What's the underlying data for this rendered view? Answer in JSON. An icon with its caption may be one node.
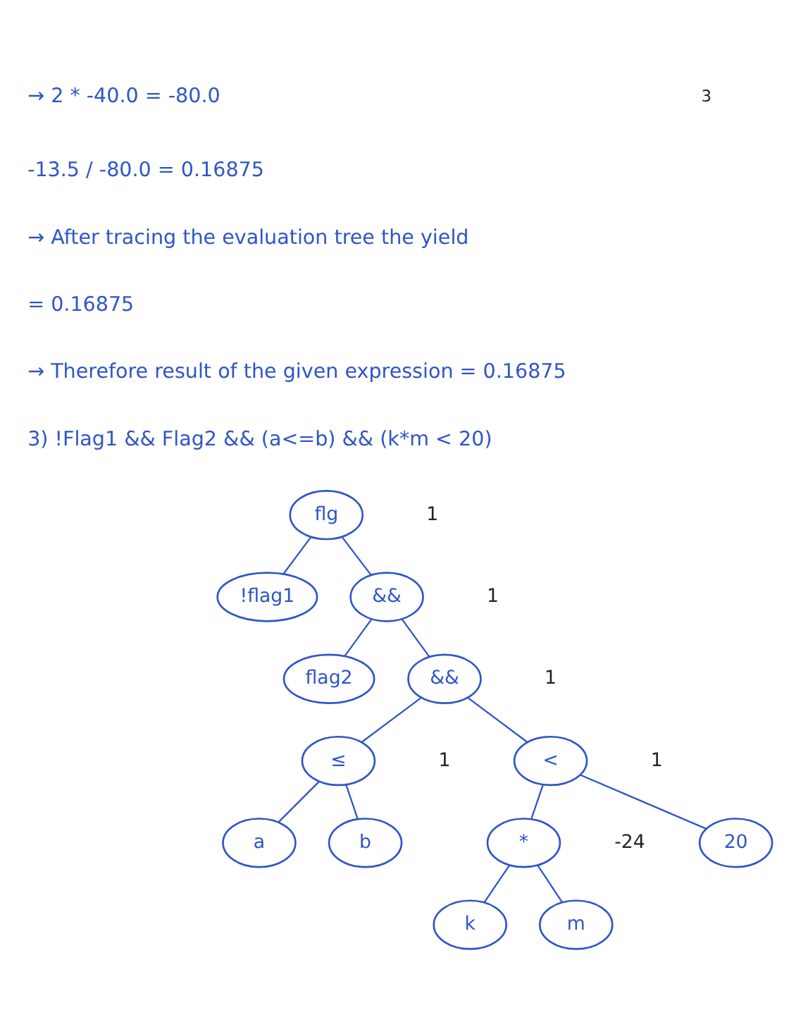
{
  "diagram": {
    "nodes": [
      {
        "text": [
          "flg"
        ],
        "beside": [
          "1"
        ]
      },
      {
        "text": [
          "!flag1"
        ]
      },
      {
        "text": [
          "&&"
        ],
        "beside": [
          "1"
        ]
      },
      {
        "text": [
          "flag2"
        ]
      },
      {
        "text": [
          "&&"
        ],
        "beside": [
          "1"
        ]
      },
      {
        "text": [
          "≤"
        ],
        "beside": [
          "1"
        ]
      },
      {
        "text": [
          "<"
        ],
        "beside": [
          "1"
        ]
      },
      {
        "text": [
          "a"
        ]
      },
      {
        "text": [
          "b"
        ]
      },
      {
        "text": [
          "*"
        ],
        "beside": [
          "-24"
        ]
      },
      {
        "text": [
          "20"
        ]
      },
      {
        "text": [
          "k"
        ]
      },
      {
        "text": [
          "m"
        ]
      }
    ],
    "edges": [
      {
        "from": 0,
        "to": 1,
        "arrow": "none"
      },
      {
        "from": 0,
        "to": 2,
        "arrow": "none"
      },
      {
        "from": 2,
        "to": 3,
        "arrow": "none"
      },
      {
        "from": 2,
        "to": 4,
        "arrow": "none"
      },
      {
        "from": 4,
        "to": 5,
        "arrow": "none"
      },
      {
        "from": 4,
        "to": 6,
        "arrow": "none"
      },
      {
        "from": 5,
        "to": 7,
        "arrow": "none"
      },
      {
        "from": 5,
        "to": 8,
        "arrow": "none"
      },
      {
        "from": 6,
        "to": 9,
        "arrow": "none"
      },
      {
        "from": 6,
        "to": 10,
        "arrow": "none"
      },
      {
        "from": 9,
        "to": 11,
        "arrow": "none"
      },
      {
        "from": 9,
        "to": 12,
        "arrow": "none"
      }
    ],
    "labels": [
      "3",
      "→ 2 * -40.0 = -80.0",
      "-13.5 / -80.0 = 0.16875",
      "→ After tracing the evaluation tree the yield",
      "= 0.16875",
      "→ Therefore result of the given expression = 0.16875",
      "3) !Flag1 && Flag2 && (a<=b) && (k*m < 20)"
    ]
  }
}
